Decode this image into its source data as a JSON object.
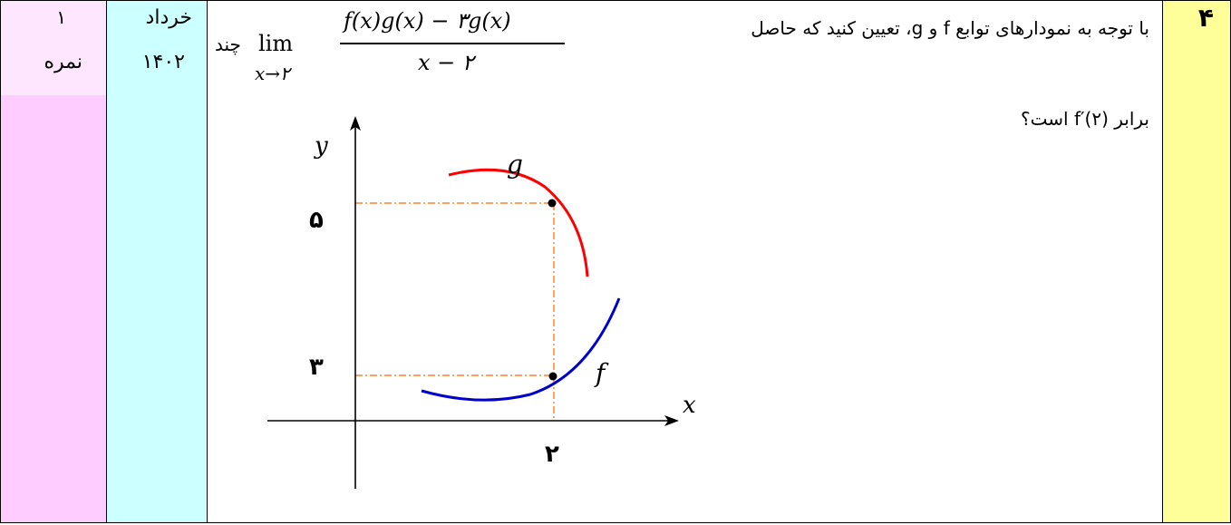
{
  "score": {
    "value": "۱",
    "label": "نمره"
  },
  "date": {
    "month": "خرداد",
    "year": "۱۴۰۲"
  },
  "question": {
    "number": "۴",
    "line1": "با توجه به نمودارهای توابع f و g، تعیین کنید که حاصل",
    "chand": "چند",
    "lim": "lim",
    "lim_sub": "x→۲",
    "numerator": "f(x)g(x) − ۳g(x)",
    "denominator": "x − ۲",
    "line2": "برابر (۲)′f است؟"
  },
  "graph": {
    "x_label": "x",
    "y_label": "y",
    "g_label": "g",
    "f_label": "f",
    "y_tick_5": "۵",
    "y_tick_3": "۳",
    "x_tick_2": "۲",
    "colors": {
      "g": "#ff0000",
      "f": "#0000cc",
      "guide": "#ff6600",
      "axis": "#000000"
    }
  },
  "colors": {
    "score_col": "#ffccff",
    "date_col": "#ccffff",
    "num_col": "#ffff99"
  }
}
